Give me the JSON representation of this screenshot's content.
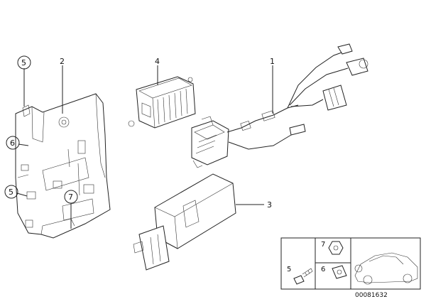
{
  "callouts": {
    "c1": "1",
    "c2": "2",
    "c3": "3",
    "c4": "4",
    "c5a": "5",
    "c5b": "5",
    "c6": "6",
    "c7": "7",
    "inset_5": "5",
    "inset_6": "6",
    "inset_7": "7"
  },
  "diagram_code": "00081632"
}
